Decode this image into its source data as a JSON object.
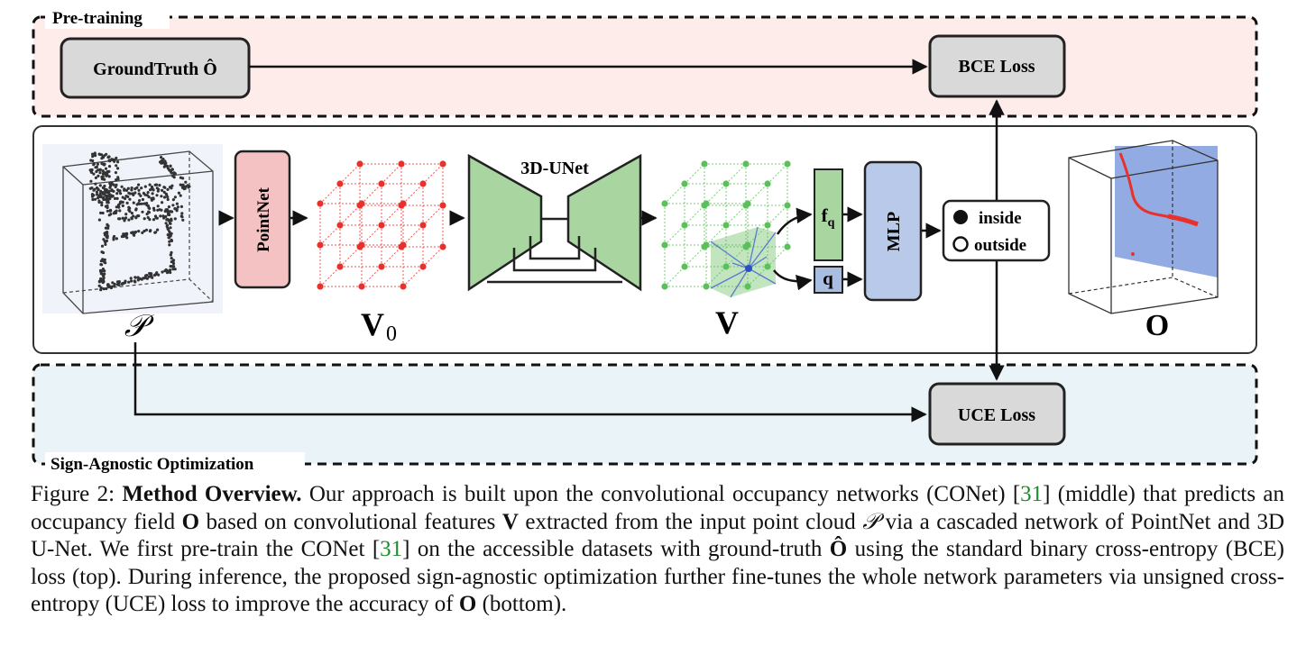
{
  "figure": {
    "pretraining_label": "Pre-training",
    "sign_agnostic_label": "Sign-Agnostic Optimization",
    "groundtruth_label": "GroundTruth Ô",
    "bce_loss_label": "BCE Loss",
    "uce_loss_label": "UCE Loss",
    "pointnet_label": "PointNet",
    "unet_label": "3D-UNet",
    "mlp_label": "MLP",
    "fq_label": "f",
    "fq_sub": "q",
    "q_label": "q",
    "inside_label": "inside",
    "outside_label": "outside",
    "p_label": "𝒫",
    "v0_label": "V",
    "v0_sub": "0",
    "v_label": "V",
    "o_label": "O"
  },
  "caption": {
    "prefix": "Figure 2: ",
    "title": "Method Overview.",
    "s1": " Our approach is built upon the convolutional occupancy networks (CONet) ",
    "c1": "[",
    "ref1": "31",
    "c2": "]",
    "s2": " (middle) that predicts an occupancy field ",
    "o1": "O",
    "s3": " based on convolutional features ",
    "v1": "V",
    "s4": " extracted from the input point cloud ",
    "p1": "𝒫",
    "s5": " via a cascaded network of PointNet and 3D U-Net. We first pre-train the CONet ",
    "c3": "[",
    "ref2": "31",
    "c4": "]",
    "s6": " on the accessible datasets with ground-truth ",
    "ohat": "Ô",
    "s7": " using the standard binary cross-entropy (BCE) loss (top). During inference, the proposed sign-agnostic optimization further fine-tunes the whole network parameters via unsigned cross-entropy (UCE) loss to improve the accuracy of ",
    "o2": "O",
    "s8": " (bottom)."
  },
  "colors": {
    "pretraining_bg": "#fdecea",
    "sign_agnostic_bg": "#eaf3f8",
    "loss_box": "#d9d9d9",
    "pointnet": "#f4c2c2",
    "unet_green": "#a8d5a0",
    "mlp_blue": "#b8c9ea",
    "q_blue": "#a9bde0",
    "grid_red": "#e8302c",
    "grid_green": "#5cc05a",
    "plane_blue": "#5a78c8",
    "citation": "#1f8a2c"
  }
}
